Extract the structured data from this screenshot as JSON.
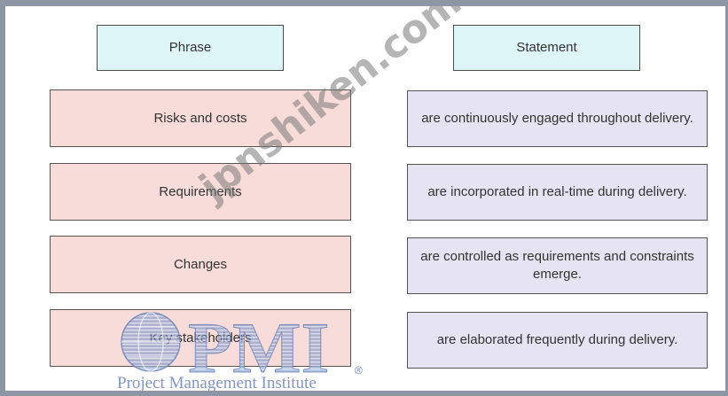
{
  "headers": {
    "phrase": "Phrase",
    "statement": "Statement"
  },
  "phrases": [
    "Risks and costs",
    "Requirements",
    "Changes",
    "Key stakeholders"
  ],
  "statements": [
    "are continuously engaged throughout delivery.",
    "are incorporated in real-time during delivery.",
    "are controlled as requirements and constraints emerge.",
    "are elaborated frequently during delivery."
  ],
  "watermark": "jpnshiken.com",
  "logo": {
    "mark": "PMI",
    "registered": "®",
    "tagline": "Project Management Institute"
  }
}
